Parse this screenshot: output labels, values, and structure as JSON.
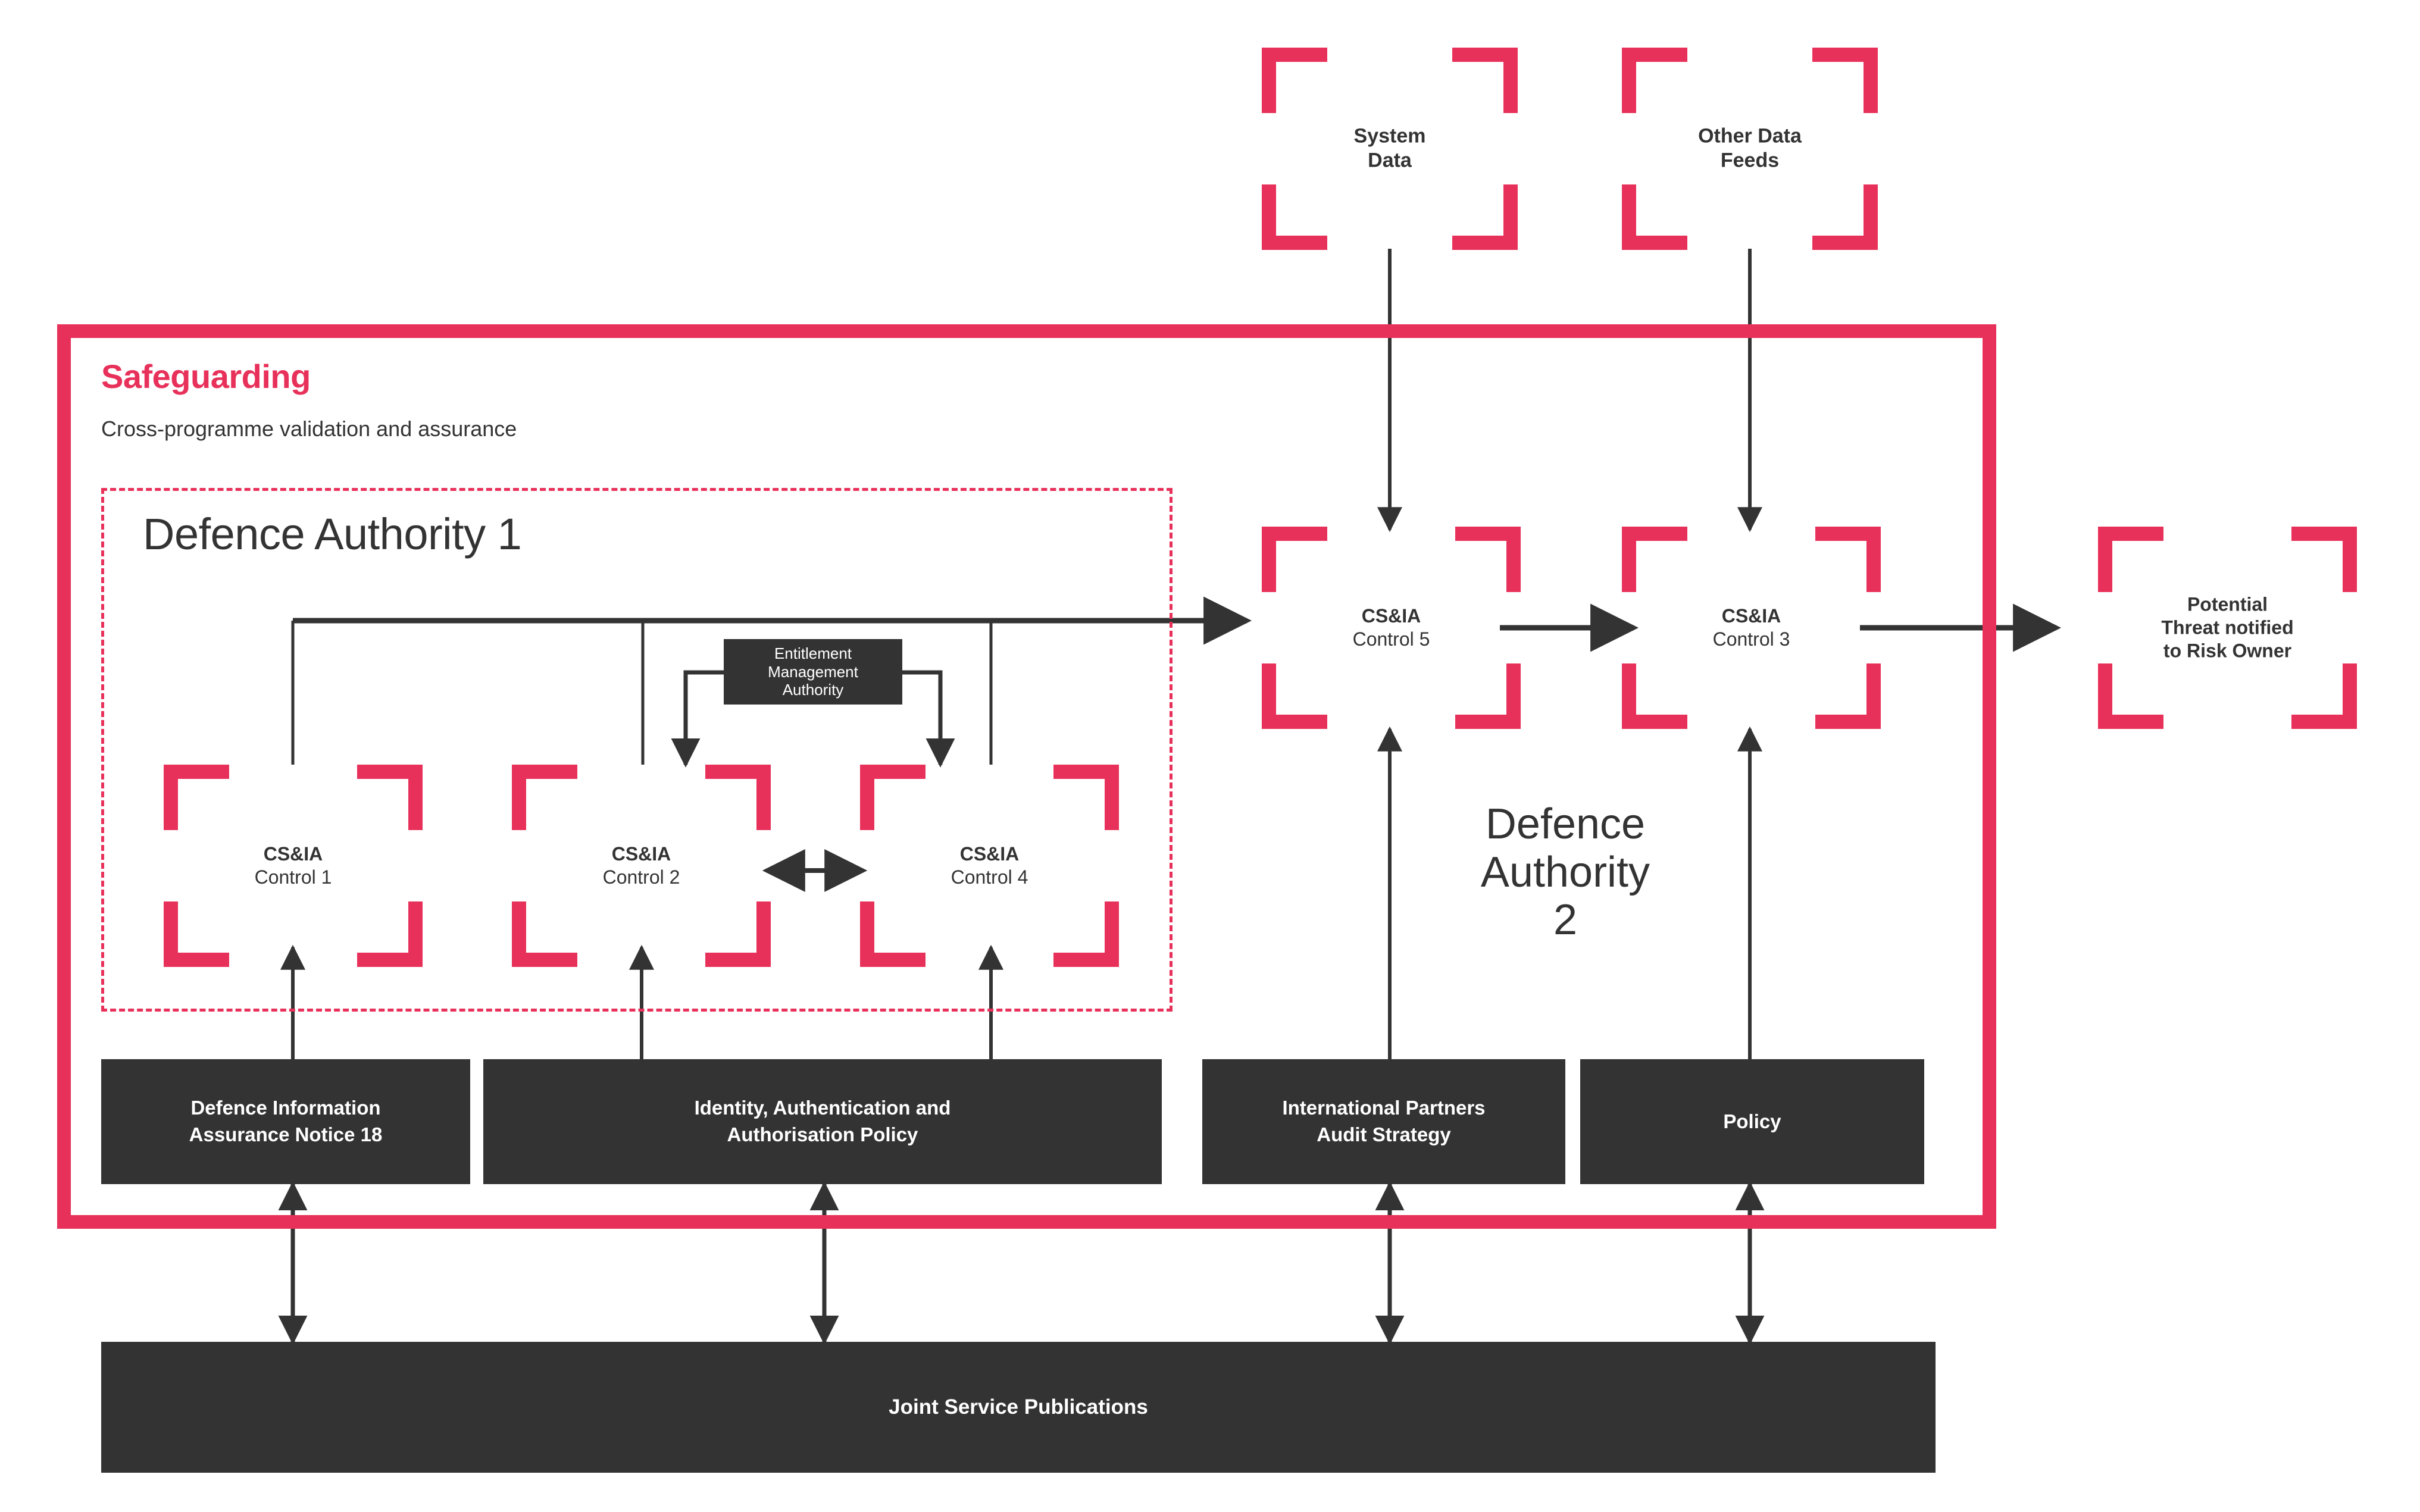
{
  "diagram": {
    "title": "Safeguarding",
    "subtitle": "Cross-programme validation and assurance",
    "accent_color": "#E8315A",
    "dark_color": "#333333"
  },
  "top_feeds": [
    {
      "id": "system-data",
      "label_line1": "System",
      "label_line2": "Data"
    },
    {
      "id": "other-data-feeds",
      "label_line1": "Other Data",
      "label_line2": "Feeds"
    }
  ],
  "defence_authority_1": {
    "title": "Defence Authority 1",
    "entitlement_box": {
      "line1": "Entitlement",
      "line2": "Management",
      "line3": "Authority"
    },
    "controls": [
      {
        "id": "control-1",
        "title": "CS&IA",
        "subtitle": "Control 1"
      },
      {
        "id": "control-2",
        "title": "CS&IA",
        "subtitle": "Control 2"
      },
      {
        "id": "control-4",
        "title": "CS&IA",
        "subtitle": "Control 4"
      }
    ]
  },
  "defence_authority_2": {
    "title_line1": "Defence",
    "title_line2": "Authority",
    "title_line3": "2",
    "controls": [
      {
        "id": "control-5",
        "title": "CS&IA",
        "subtitle": "Control 5"
      },
      {
        "id": "control-3",
        "title": "CS&IA",
        "subtitle": "Control 3"
      }
    ]
  },
  "output": {
    "id": "potential-threat",
    "line1": "Potential",
    "line2": "Threat notified",
    "line3": "to Risk Owner"
  },
  "policy_bars": [
    {
      "id": "dian18",
      "line1": "Defence Information",
      "line2": "Assurance Notice 18"
    },
    {
      "id": "iaa-policy",
      "line1": "Identity, Authentication and",
      "line2": "Authorisation Policy"
    },
    {
      "id": "ip-audit",
      "line1": "International Partners",
      "line2": "Audit Strategy"
    },
    {
      "id": "policy",
      "line1": "Policy",
      "line2": ""
    }
  ],
  "foundation_bar": {
    "id": "joint-service-publications",
    "label": "Joint Service Publications"
  }
}
